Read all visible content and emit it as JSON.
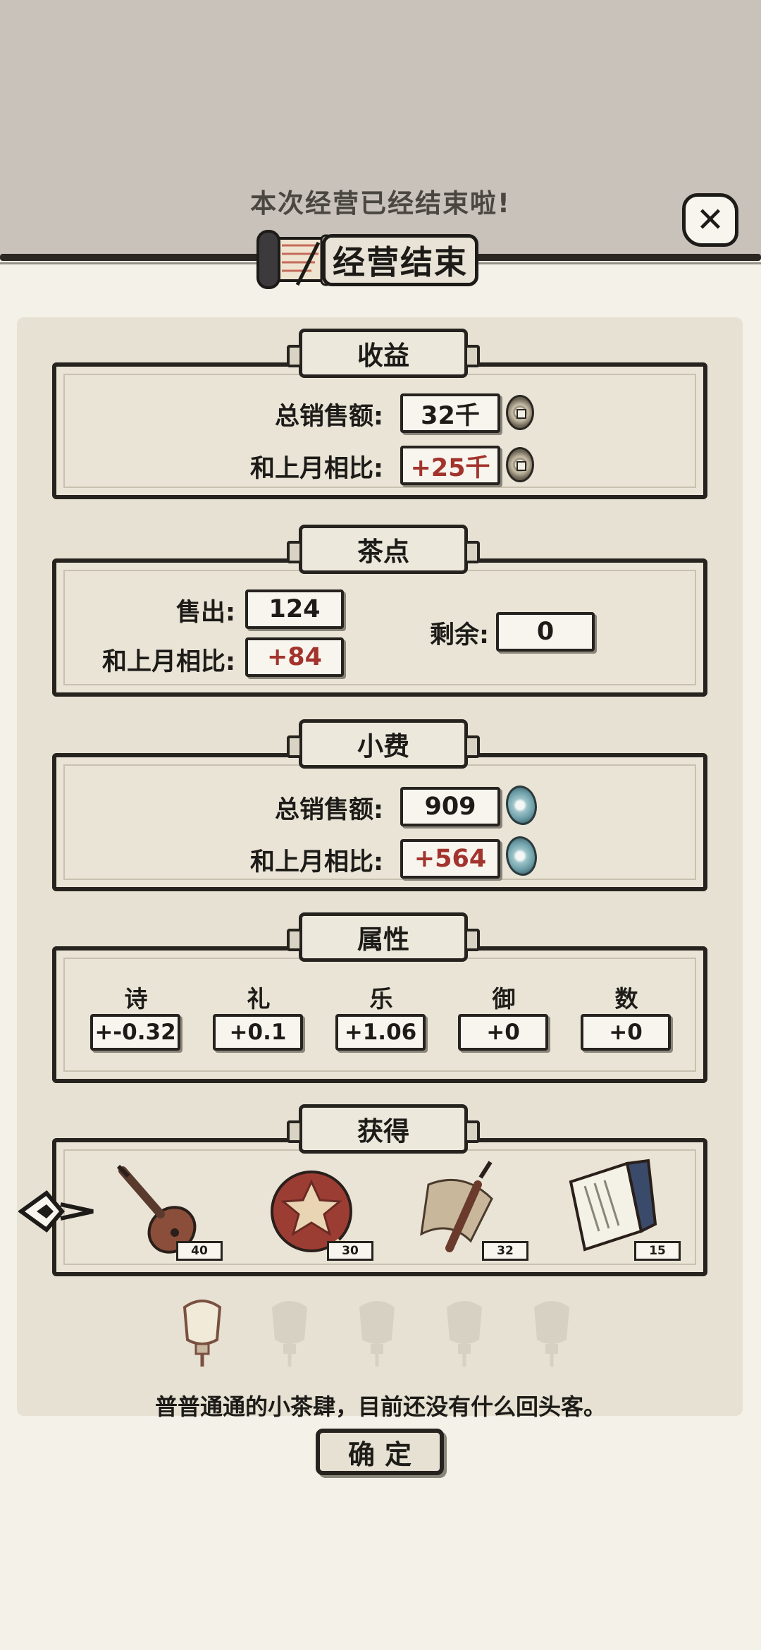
{
  "header": {
    "notice": "本次经营已经结束啦!",
    "banner_title": "经营结束",
    "close_symbol": "✕"
  },
  "revenue": {
    "title": "收益",
    "total_label": "总销售额:",
    "total_value": "32千",
    "compare_label": "和上月相比:",
    "compare_value": "+25千"
  },
  "snacks": {
    "title": "茶点",
    "sold_label": "售出:",
    "sold_value": "124",
    "compare_label": "和上月相比:",
    "compare_value": "+84",
    "remaining_label": "剩余:",
    "remaining_value": "0"
  },
  "tips": {
    "title": "小费",
    "total_label": "总销售额:",
    "total_value": "909",
    "compare_label": "和上月相比:",
    "compare_value": "+564"
  },
  "attributes": {
    "title": "属性",
    "items": [
      {
        "name": "诗",
        "value": "+-0.32"
      },
      {
        "name": "礼",
        "value": "+0.1"
      },
      {
        "name": "乐",
        "value": "+1.06"
      },
      {
        "name": "御",
        "value": "+0"
      },
      {
        "name": "数",
        "value": "+0"
      }
    ]
  },
  "obtained": {
    "title": "获得",
    "items": [
      {
        "icon": "pipa-icon",
        "count": "40"
      },
      {
        "icon": "embroidered-ball-icon",
        "count": "30"
      },
      {
        "icon": "scroll-brush-icon",
        "count": "32"
      },
      {
        "icon": "book-icon",
        "count": "15"
      }
    ]
  },
  "reputation": {
    "level": 1,
    "max": 5
  },
  "description": "普普通通的小茶肆，目前还没有什么回头客。",
  "confirm_label": "确定",
  "colors": {
    "top_background": "#c9c2bb",
    "panel": "#e6e1d2",
    "ink": "#1d1b18",
    "positive_red": "#a3332d"
  }
}
